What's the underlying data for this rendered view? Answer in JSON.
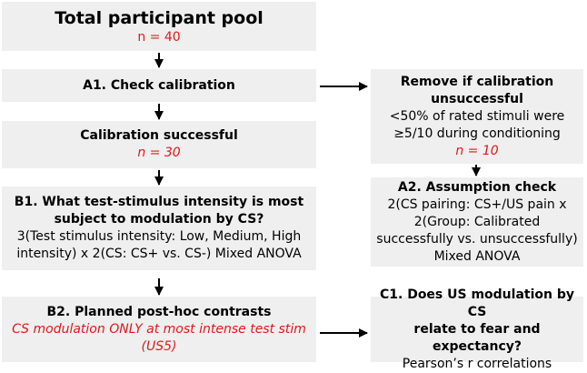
{
  "boxes": {
    "pool": {
      "title": "Total participant pool",
      "n": "n = 40"
    },
    "a1": {
      "title": "A1. Check calibration"
    },
    "calib": {
      "title": "Calibration successful",
      "n": "n = 30"
    },
    "b1": {
      "title_line1": "B1. What test-stimulus intensity is most",
      "title_line2": "subject to modulation by CS?",
      "body_line1": "3(Test stimulus intensity: Low, Medium, High",
      "body_line2": "intensity) x 2(CS: CS+ vs. CS-) Mixed ANOVA"
    },
    "b2": {
      "title": "B2. Planned post-hoc contrasts",
      "red_line1": "CS modulation ONLY at most intense test stim",
      "red_line2": "(US5)"
    },
    "remove": {
      "title_line1": "Remove if calibration",
      "title_line2": "unsuccessful",
      "body_line1": "<50% of rated stimuli were",
      "body_line2": "≥5/10 during conditioning",
      "n": "n = 10"
    },
    "a2": {
      "title": "A2. Assumption check",
      "body_line1": "2(CS pairing: CS+/US pain x",
      "body_line2": "2(Group: Calibrated",
      "body_line3": "successfully vs. unsuccessfully)",
      "body_line4": "Mixed ANOVA"
    },
    "c1": {
      "title_line1": "C1. Does US modulation by CS",
      "title_line2": "relate to fear and expectancy?",
      "body_line1": "Pearson’s r correlations"
    }
  },
  "colors": {
    "box_fill": "#efefef",
    "accent_red": "#e0191b",
    "arrow": "#000000"
  }
}
